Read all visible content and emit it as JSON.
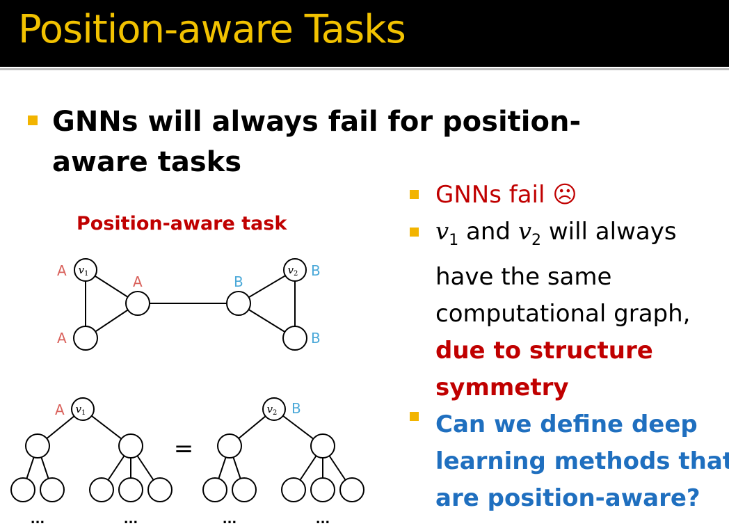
{
  "slide": {
    "title": "Position-aware Tasks",
    "main_bullet": "GNNs will always fail for position-aware tasks",
    "task_label": "Position-aware task"
  },
  "right": {
    "line1": "GNNs fail ☹",
    "line2_var1": "v",
    "line2_sub1": "1",
    "line2_and": " and ",
    "line2_var2": "v",
    "line2_sub2": "2",
    "line2_tail": " will always",
    "line3": "have the same",
    "line4": "computational graph,",
    "line5": "due to structure",
    "line6": "symmetry",
    "line7": "Can we define deep",
    "line8": "learning methods that",
    "line9": "are position-aware?"
  },
  "graph": {
    "label_A": "A",
    "label_B": "B",
    "v1_var": "v",
    "v1_sub": "1",
    "v2_var": "v",
    "v2_sub": "2",
    "equals": "=",
    "ellipsis": "..."
  },
  "colors": {
    "title": "#f2c200",
    "accent_red": "#c00000",
    "accent_blue": "#1f6fbf",
    "label_A": "#d9605a",
    "label_B": "#4aa8d8",
    "bullet": "#f2b400"
  }
}
